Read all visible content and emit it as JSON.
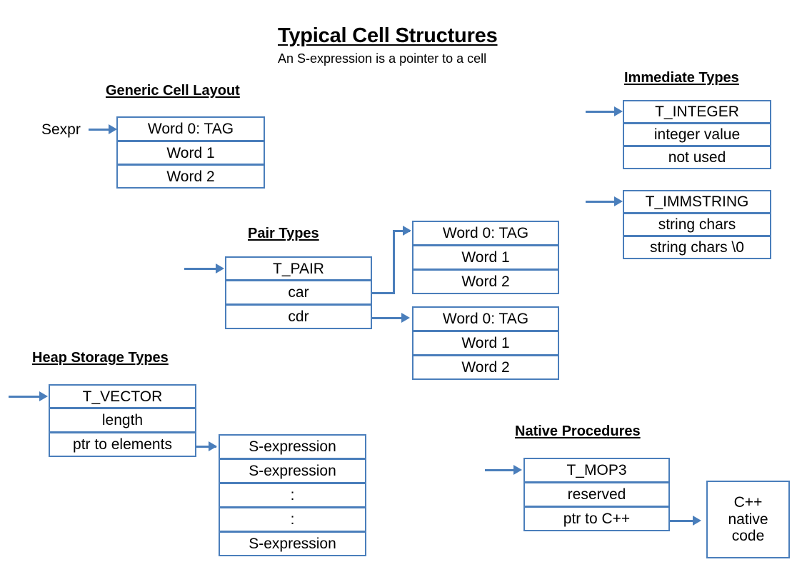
{
  "document": {
    "title": "Typical Cell Structures",
    "subtitle": "An S-expression is a pointer to a cell"
  },
  "sections": {
    "generic": {
      "heading": "Generic Cell Layout",
      "pointer_label": "Sexpr",
      "cell": {
        "rows": [
          "Word 0: TAG",
          "Word 1",
          "Word 2"
        ]
      }
    },
    "immediate": {
      "heading": "Immediate Types",
      "integer_cell": {
        "rows": [
          "T_INTEGER",
          "integer value",
          "not used"
        ]
      },
      "immstring_cell": {
        "rows": [
          "T_IMMSTRING",
          "string chars",
          "string chars \\0"
        ]
      }
    },
    "pair": {
      "heading": "Pair Types",
      "pair_cell": {
        "rows": [
          "T_PAIR",
          "car",
          "cdr"
        ]
      },
      "car_target_cell": {
        "rows": [
          "Word 0: TAG",
          "Word 1",
          "Word 2"
        ]
      },
      "cdr_target_cell": {
        "rows": [
          "Word 0: TAG",
          "Word 1",
          "Word 2"
        ]
      }
    },
    "heap": {
      "heading": "Heap Storage Types",
      "vector_cell": {
        "rows": [
          "T_VECTOR",
          "length",
          "ptr to elements"
        ]
      },
      "elements_array": {
        "rows": [
          "S-expression",
          "S-expression",
          ":",
          ":",
          "S-expression"
        ]
      }
    },
    "native": {
      "heading": "Native Procedures",
      "mop_cell": {
        "rows": [
          "T_MOP3",
          "reserved",
          "ptr to C++"
        ]
      },
      "code_block": {
        "lines": [
          "C++",
          "native",
          "code"
        ]
      }
    }
  },
  "colors": {
    "border_blue": "#4A7EBB",
    "text_black": "#000000",
    "background": "#ffffff"
  }
}
